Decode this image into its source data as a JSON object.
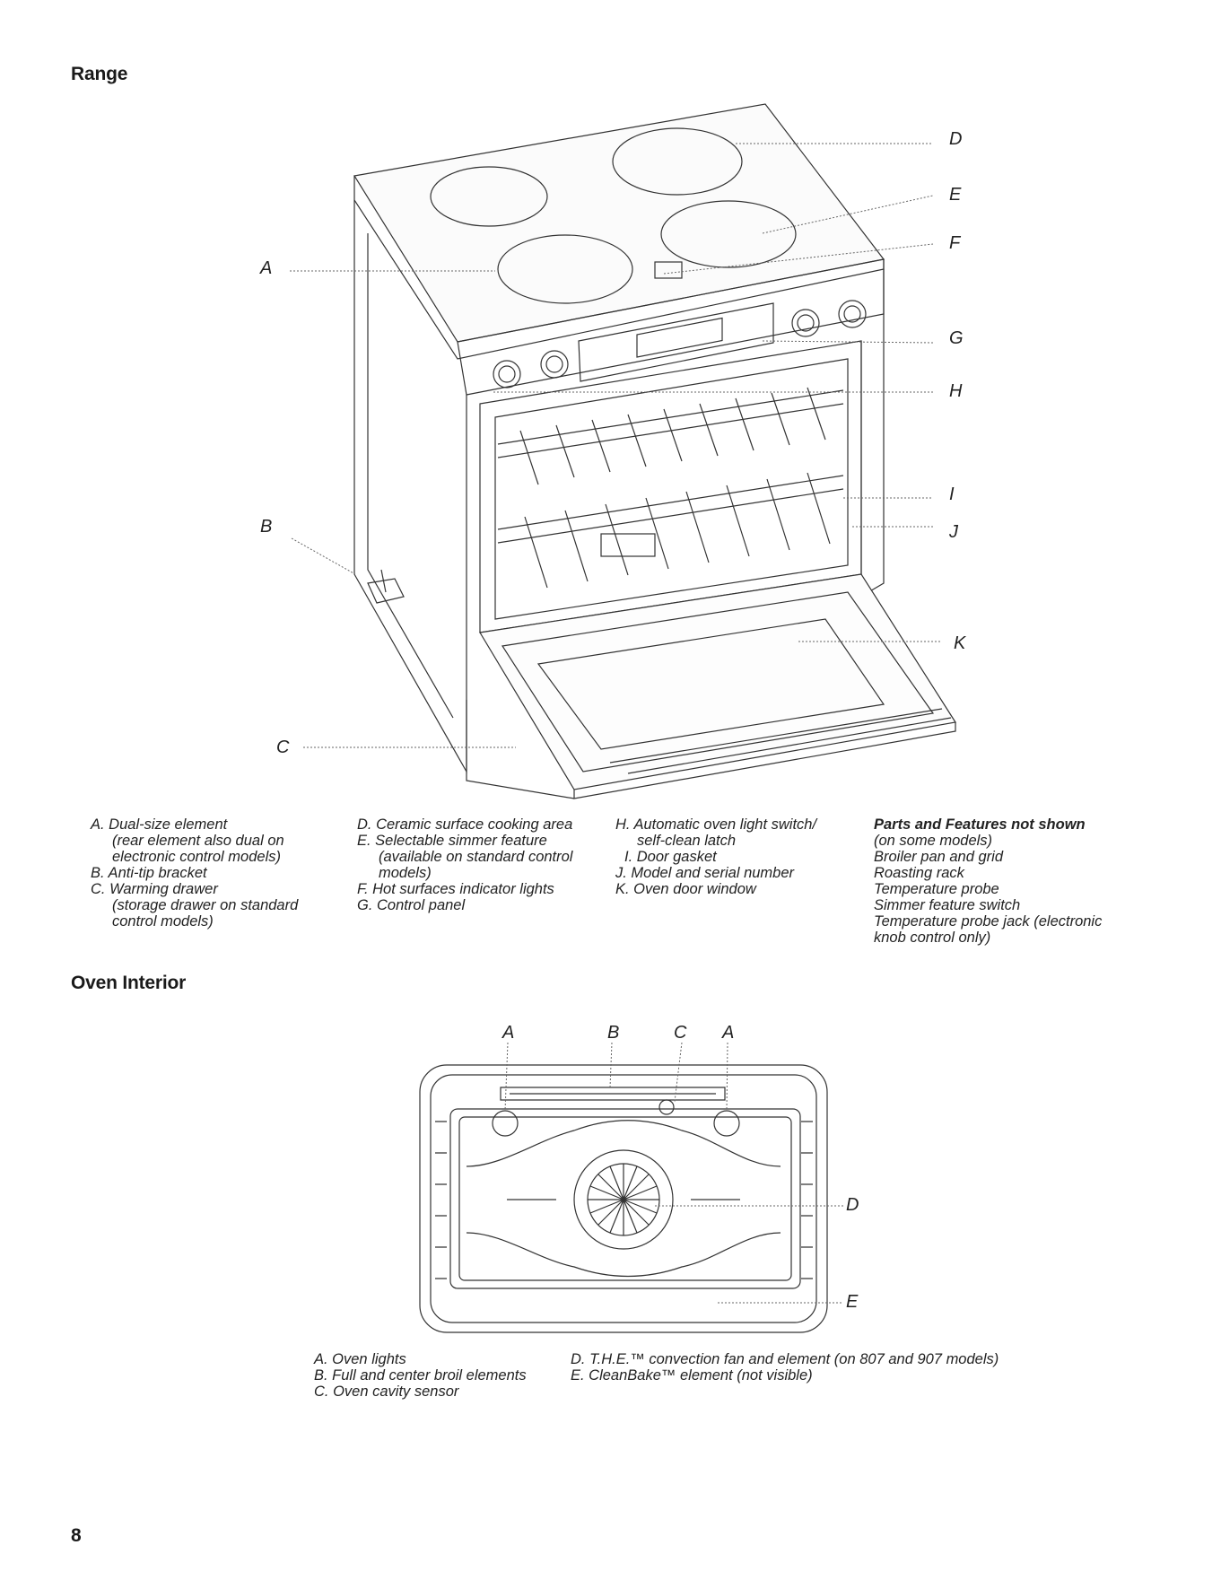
{
  "range": {
    "heading": "Range",
    "callouts": [
      "A",
      "B",
      "C",
      "D",
      "E",
      "F",
      "G",
      "H",
      "I",
      "J",
      "K"
    ],
    "legend": {
      "col1": [
        {
          "text": "A. Dual-size element",
          "sub": [
            "(rear element also dual on",
            "electronic control models)"
          ]
        },
        {
          "text": "B. Anti-tip bracket",
          "sub": []
        },
        {
          "text": "C. Warming drawer",
          "sub": [
            "(storage drawer on standard",
            "control models)"
          ]
        }
      ],
      "col2": [
        {
          "text": "D. Ceramic surface cooking area",
          "sub": []
        },
        {
          "text": "E. Selectable simmer feature",
          "sub": [
            "(available on standard control",
            "models)"
          ]
        },
        {
          "text": "F. Hot surfaces indicator lights",
          "sub": []
        },
        {
          "text": "G. Control panel",
          "sub": []
        }
      ],
      "col3": [
        {
          "text": "H. Automatic oven light switch/",
          "sub": [
            "self-clean latch"
          ]
        },
        {
          "text": "I. Door gasket",
          "sub": []
        },
        {
          "text": "J. Model and serial number",
          "sub": []
        },
        {
          "text": "K. Oven door window",
          "sub": []
        }
      ],
      "col4": {
        "title": "Parts and Features not shown",
        "lines": [
          "(on some models)",
          "Broiler pan and grid",
          "Roasting rack",
          "Temperature probe",
          "Simmer feature switch",
          "Temperature probe jack (electronic",
          "knob control only)"
        ]
      }
    }
  },
  "interior": {
    "heading": "Oven Interior",
    "callouts": [
      "A",
      "B",
      "C",
      "A",
      "D",
      "E"
    ],
    "legend": {
      "col1": [
        "A. Oven lights",
        "B. Full and center broil elements",
        "C. Oven cavity sensor"
      ],
      "col2": [
        "D. T.H.E.™ convection fan and element (on 807 and 907 models)",
        "E. CleanBake™ element (not visible)"
      ]
    }
  },
  "page_number": "8"
}
